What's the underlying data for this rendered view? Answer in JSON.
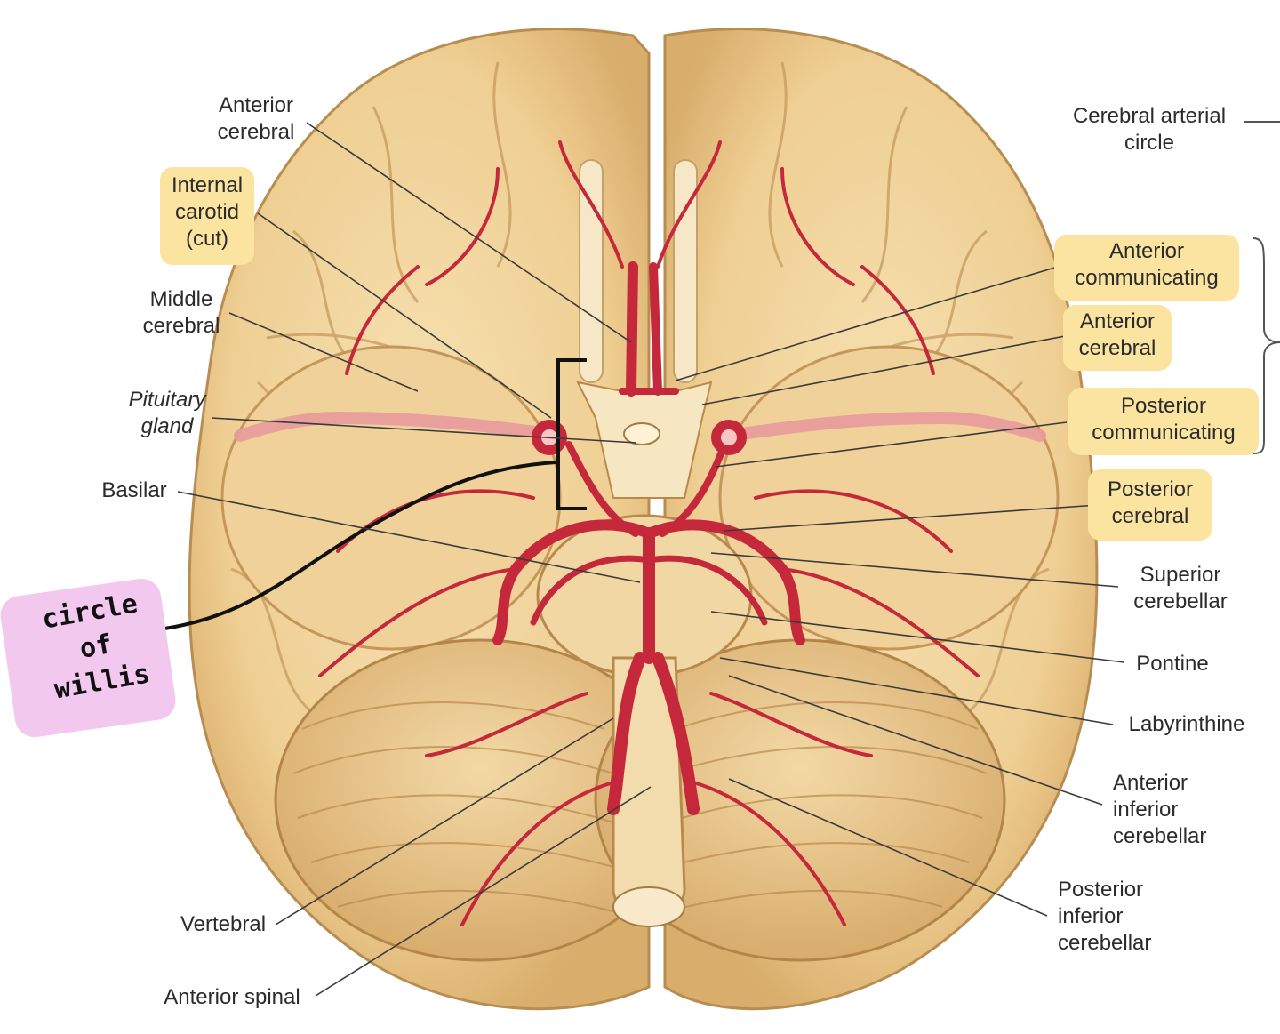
{
  "labels": {
    "anterior_cerebral_top": [
      "Anterior",
      "cerebral"
    ],
    "internal_carotid": [
      "Internal",
      "carotid",
      "(cut)"
    ],
    "middle_cerebral": [
      "Middle",
      "cerebral"
    ],
    "pituitary_gland": [
      "Pituitary",
      "gland"
    ],
    "basilar": "Basilar",
    "vertebral": "Vertebral",
    "anterior_spinal": "Anterior spinal",
    "cerebral_arterial_circle": [
      "Cerebral arterial",
      "circle"
    ],
    "anterior_communicating": [
      "Anterior",
      "communicating"
    ],
    "anterior_cerebral_right": [
      "Anterior",
      "cerebral"
    ],
    "posterior_communicating": [
      "Posterior",
      "communicating"
    ],
    "posterior_cerebral": [
      "Posterior",
      "cerebral"
    ],
    "superior_cerebellar": [
      "Superior",
      "cerebellar"
    ],
    "pontine": "Pontine",
    "labyrinthine": "Labyrinthine",
    "anterior_inferior_cerebellar": [
      "Anterior",
      "inferior",
      "cerebellar"
    ],
    "posterior_inferior_cerebellar": [
      "Posterior",
      "inferior",
      "cerebellar"
    ]
  },
  "note": [
    "circle",
    "of",
    "willis"
  ],
  "colors": {
    "brain": "#f1d39a",
    "brain_shadow": "#c99a5a",
    "artery": "#c4283a",
    "highlight": "#fbe3a0",
    "note": "#f2c8ef"
  }
}
